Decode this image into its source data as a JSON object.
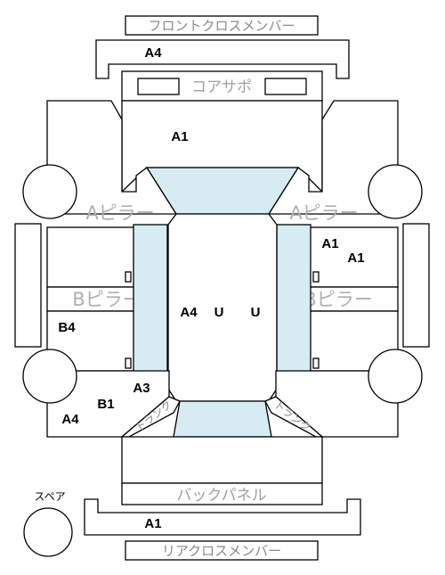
{
  "labels": {
    "front_cross_member": "フロントクロスメンバー",
    "core_support": "コアサポ",
    "a_pillar_left": "Aピラー",
    "a_pillar_right": "Aピラー",
    "b_pillar_left": "Bピラー",
    "b_pillar_right": "Bピラー",
    "back_panel": "バックパネル",
    "rear_cross_member": "リアクロスメンバー",
    "spare": "スペア",
    "trunk_left": "トランク",
    "trunk_right": "トランク"
  },
  "codes": {
    "front_cross_member": "A4",
    "hood": "A1",
    "right_front_fender_1": "A1",
    "right_front_fender_2": "A1",
    "roof_1": "A4",
    "roof_2": "U",
    "roof_3": "U",
    "left_rear_quarter_1": "B4",
    "left_rear_quarter_2": "A3",
    "left_rear_quarter_3": "B1",
    "left_rear_quarter_4": "A4",
    "rear_cross_member": "A1"
  }
}
